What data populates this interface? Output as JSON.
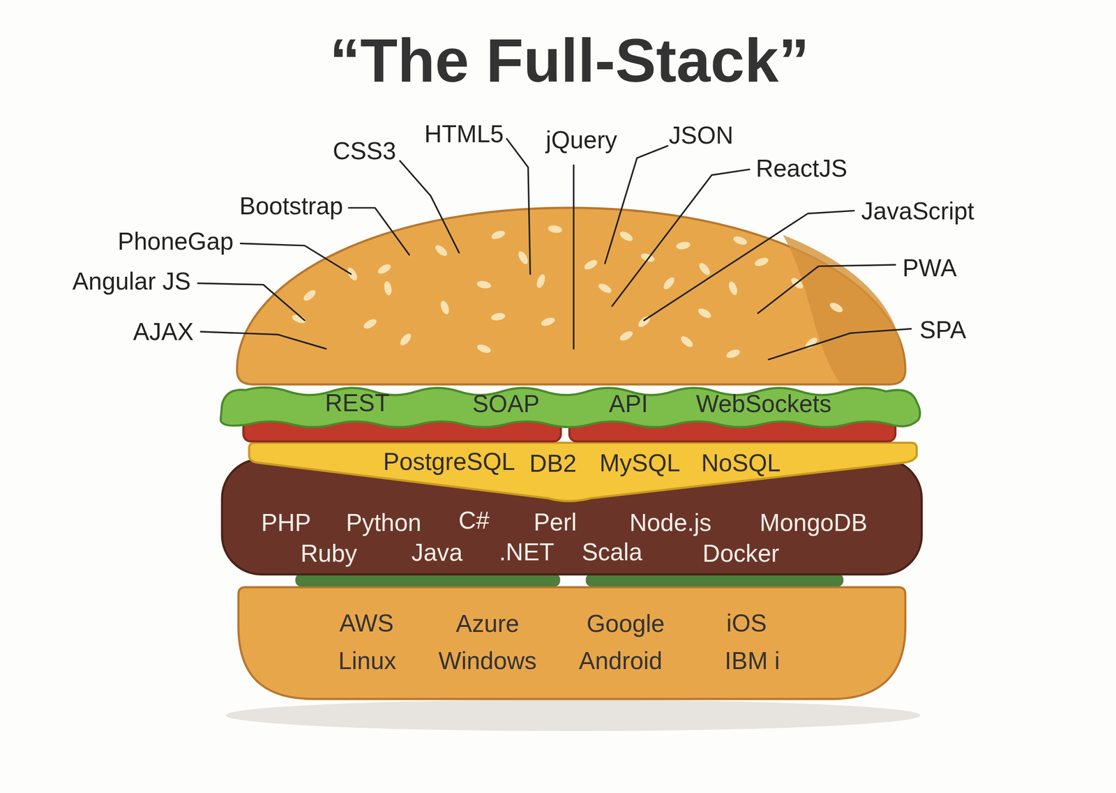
{
  "diagram": {
    "title": "“The Full-Stack”",
    "nodes": [
      {
        "text": [
          "REST",
          "SOAP",
          "API",
          "WebSockets"
        ]
      },
      {
        "text": [
          "PostgreSQL",
          "DB2",
          "MySQL",
          "NoSQL"
        ]
      },
      {
        "text": [
          "PHP",
          "Python",
          "C#",
          "Perl",
          "Node.js",
          "MongoDB",
          "Ruby",
          "Java",
          ".NET",
          "Scala",
          "Docker"
        ]
      },
      {
        "text": [
          "AWS",
          "Azure",
          "Google",
          "iOS",
          "Linux",
          "Windows",
          "Android",
          "IBM i"
        ]
      }
    ],
    "labels": [
      "AJAX",
      "Angular JS",
      "PhoneGap",
      "Bootstrap",
      "CSS3",
      "HTML5",
      "jQuery",
      "JSON",
      "ReactJS",
      "JavaScript",
      "PWA",
      "SPA"
    ]
  }
}
